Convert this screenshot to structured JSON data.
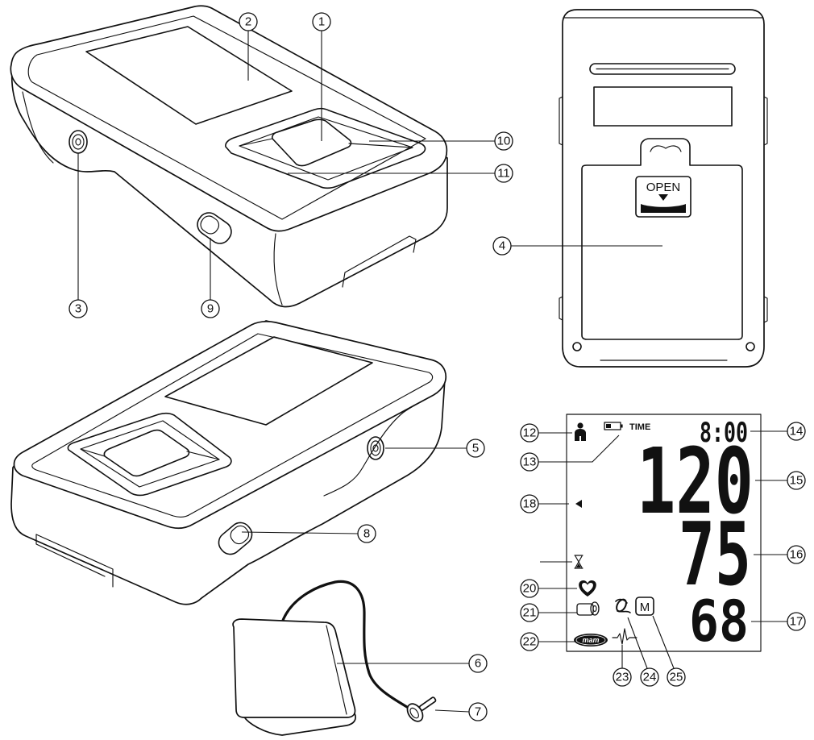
{
  "callouts": {
    "n1": "1",
    "n2": "2",
    "n3": "3",
    "n4": "4",
    "n5": "5",
    "n6": "6",
    "n7": "7",
    "n8": "8",
    "n9": "9",
    "n10": "10",
    "n11": "11",
    "n12": "12",
    "n13": "13",
    "n14": "14",
    "n15": "15",
    "n16": "16",
    "n17": "17",
    "n18": "18",
    "n20": "20",
    "n21": "21",
    "n22": "22",
    "n23": "23",
    "n24": "24",
    "n25": "25"
  },
  "back_view": {
    "battery_cover_label": "OPEN"
  },
  "lcd": {
    "time_label": "TIME",
    "clock": "8:00",
    "systolic": "120",
    "diastolic": "75",
    "pulse_rate": "68",
    "memory_label": "M",
    "brand_logo": "mam"
  },
  "icons": {
    "user": "user-icon",
    "battery": "battery-low-icon",
    "indicator": "arrow-left-icon",
    "wait": "hourglass-icon",
    "heart": "heart-icon",
    "cuff": "cuff-icon",
    "cuff_fit": "cuff-wrap-icon",
    "pulse": "pulse-wave-icon"
  },
  "colors": {
    "line": "#111111",
    "background": "#ffffff"
  }
}
